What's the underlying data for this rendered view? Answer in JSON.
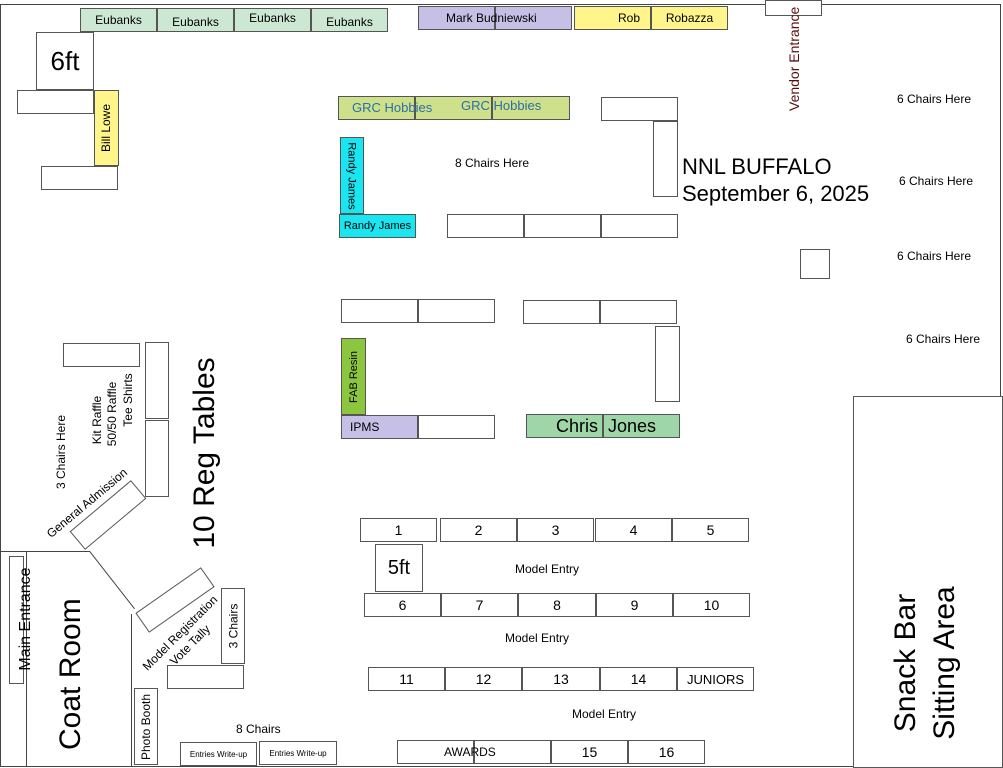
{
  "vendors": {
    "eubanks": [
      "Eubanks",
      "Eubanks",
      "Eubanks",
      "Eubanks"
    ],
    "mark": "Mark Budniewski",
    "rob": "Rob",
    "robazza": "Robazza",
    "grc": [
      "GRC Hobbies",
      "GRC Hobbies"
    ],
    "bill": "Bill Lowe",
    "randy_v": "Randy   James",
    "randy_h": "Randy   James",
    "fab": "FAB Resin",
    "ipms": "IPMS",
    "chris": "Chris",
    "jones": "Jones"
  },
  "labels": {
    "six_ft": "6ft",
    "five_ft": "5ft",
    "vendor_entrance": "Vendor Entrance",
    "title_line1": "NNL BUFFALO",
    "title_line2": "September 6, 2025",
    "chairs_8_here": "8 Chairs Here",
    "chairs_6_here": "6 Chairs Here",
    "chairs_3_here": "3 Chairs Here",
    "kit_raffle": "Kit Raffle",
    "raffle_5050": "50/50 Raffle",
    "tee_shirts": "Tee Shirts",
    "reg_tables": "10 Reg Tables",
    "general_admission": "General Admission",
    "main_entrance": "Main Entrance",
    "coat_room": "Coat Room",
    "model_registration": "Model Registration",
    "vote_tally": "Vote Tally",
    "three_chairs": "3 Chairs",
    "photo_booth": "Photo Booth",
    "eight_chairs": "8 Chairs",
    "entries_writeup": "Entries Write-up",
    "model_entry": "Model Entry",
    "awards": "AWARDS",
    "juniors": "JUNIORS",
    "snack_bar": "Snack Bar",
    "sitting_area": "Sitting Area"
  },
  "entry_tables": {
    "row1": [
      "1",
      "2",
      "3",
      "4",
      "5"
    ],
    "row2": [
      "6",
      "7",
      "8",
      "9",
      "10"
    ],
    "row3": [
      "11",
      "12",
      "13",
      "14"
    ],
    "row4": [
      "15",
      "16"
    ]
  }
}
